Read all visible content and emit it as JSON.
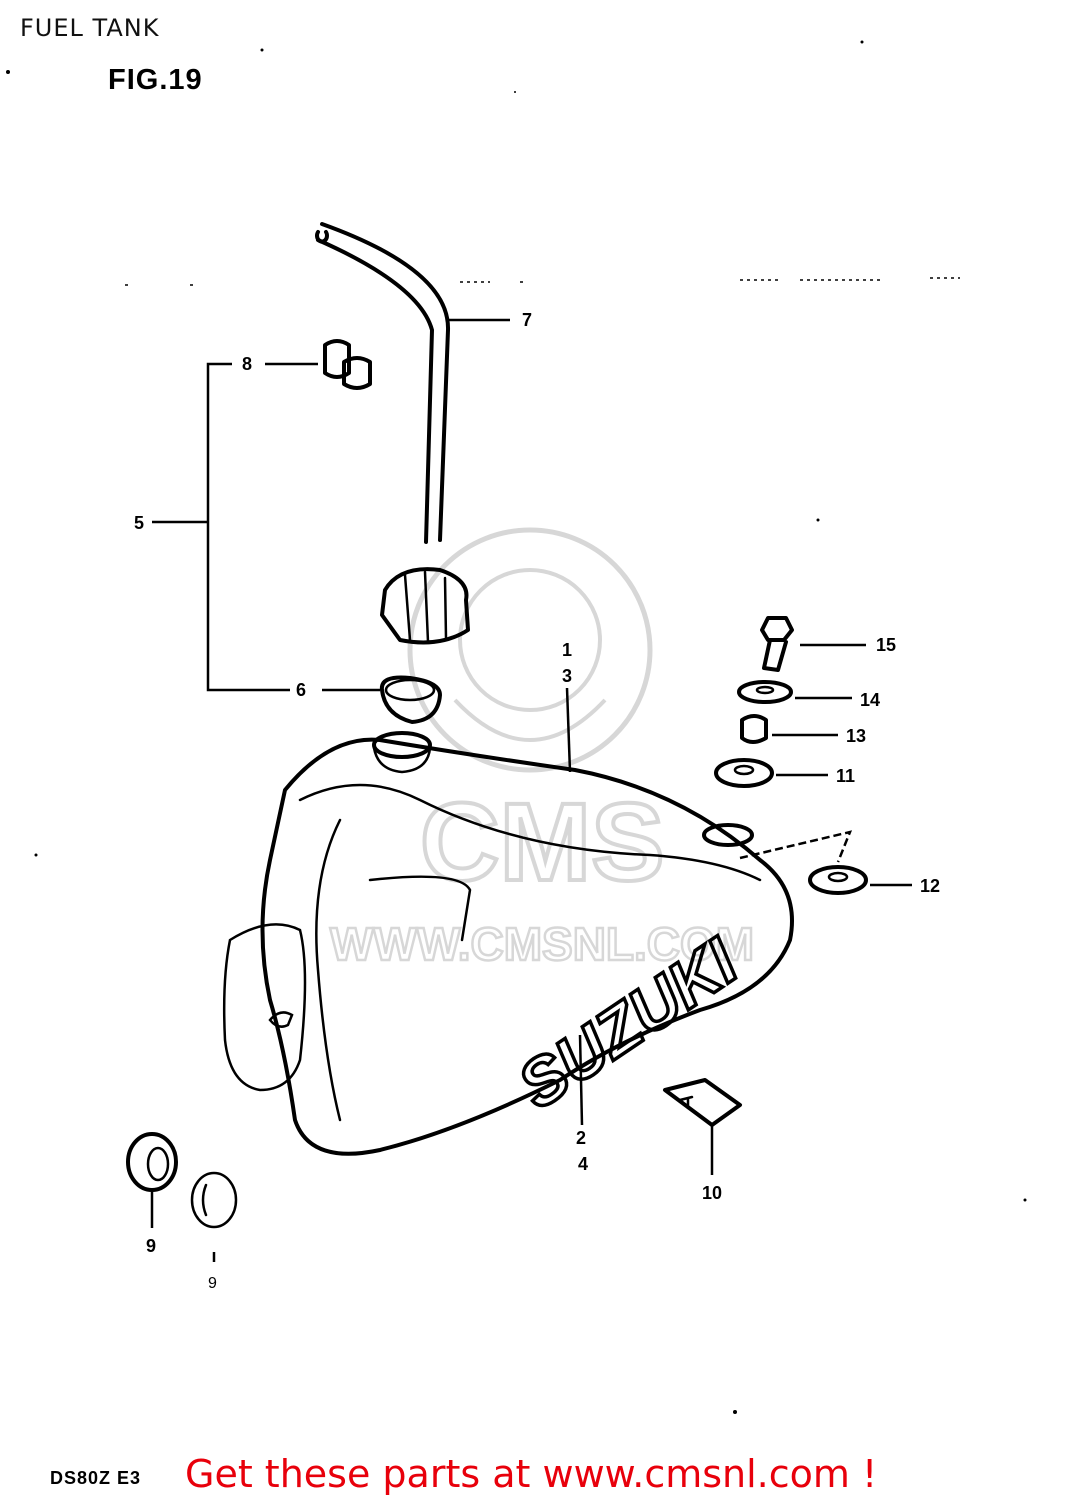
{
  "header": {
    "title": "FUEL TANK",
    "figure": "FIG.19"
  },
  "footer": {
    "model": "DS80Z E3",
    "cta": "Get these parts at www.cmsnl.com !"
  },
  "watermark": {
    "brand": "CMS",
    "url": "WWW.CMSNL.COM"
  },
  "tank_logo": "SUZUKI",
  "callouts": [
    {
      "id": "c1",
      "text": "1"
    },
    {
      "id": "c3",
      "text": "3"
    },
    {
      "id": "c2",
      "text": "2"
    },
    {
      "id": "c4",
      "text": "4"
    },
    {
      "id": "c5",
      "text": "5"
    },
    {
      "id": "c6",
      "text": "6"
    },
    {
      "id": "c7",
      "text": "7"
    },
    {
      "id": "c8",
      "text": "8"
    },
    {
      "id": "c9",
      "text": "9"
    },
    {
      "id": "c10",
      "text": "10"
    },
    {
      "id": "c11",
      "text": "11"
    },
    {
      "id": "c12",
      "text": "12"
    },
    {
      "id": "c13",
      "text": "13"
    },
    {
      "id": "c14",
      "text": "14"
    },
    {
      "id": "c15",
      "text": "15"
    }
  ],
  "colors": {
    "cta": "#e8000b",
    "watermark": "#d7d7d7",
    "ink": "#000000"
  }
}
